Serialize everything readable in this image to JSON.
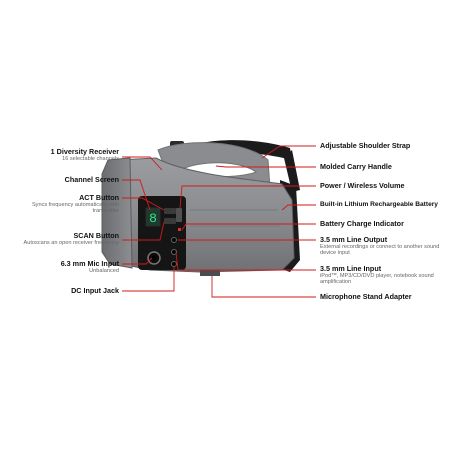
{
  "callouts_left": [
    {
      "title": "1 Diversity Receiver",
      "sub": "16 selectable channels"
    },
    {
      "title": "Channel Screen",
      "sub": ""
    },
    {
      "title": "ACT Button",
      "sub": "Syncs frequency automatically with transmitter"
    },
    {
      "title": "SCAN Button",
      "sub": "Autoscans an open receiver frequency"
    },
    {
      "title": "6.3 mm Mic Input",
      "sub": "Unbalanced"
    },
    {
      "title": "DC Input Jack",
      "sub": ""
    }
  ],
  "callouts_right": [
    {
      "title": "Adjustable Shoulder Strap",
      "sub": ""
    },
    {
      "title": "Molded Carry Handle",
      "sub": ""
    },
    {
      "title": "Power / Wireless Volume",
      "sub": ""
    },
    {
      "title": "Built-in Lithium Rechargeable Battery",
      "sub": ""
    },
    {
      "title": "Battery Charge Indicator",
      "sub": ""
    },
    {
      "title": "3.5 mm Line Output",
      "sub": "External recordings or connect to another sound device input"
    },
    {
      "title": "3.5 mm Line Input",
      "sub": "iPod™, MP3/CD/DVD player, notebook sound amplification"
    },
    {
      "title": "Microphone Stand Adapter",
      "sub": ""
    }
  ],
  "colors": {
    "leader": "#d11a1a",
    "body": "#8a8c8f",
    "body_dark": "#6e7073",
    "strap": "#1b1b1b",
    "panel": "#151515"
  }
}
